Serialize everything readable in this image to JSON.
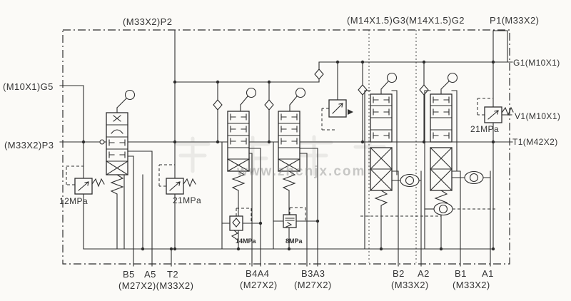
{
  "colors": {
    "line": "#2e2e2e",
    "background": "#fbfaf7",
    "text": "#343434",
    "watermark": "#8a8a8a"
  },
  "labels": {
    "p2": "(M33X2)P2",
    "g3_g2": "(M14X1.5)G3(M14X1.5)G2",
    "p1": "P1(M33X2)",
    "g1": "G1(M10X1)",
    "v1": "V1(M10X1)",
    "t1": "T1(M42X2)",
    "g5": "(M10X1)G5",
    "p3": "(M33X2)P3",
    "relief_12mpa": "12MPa",
    "relief_21mpa_left": "21MPa",
    "relief_14mpa": "14MPa",
    "relief_8mpa": "8MPa",
    "relief_21mpa_right": "21MPa",
    "b5": "B5",
    "a5": "A5",
    "t2": "T2",
    "thread_b5a5t2": "(M27X2)(M33X2)",
    "b4a4": "B4A4",
    "thread_b4a4": "(M27X2)",
    "b3a3": "B3A3",
    "thread_b3a3": "(M27X2)",
    "b2": "B2",
    "a2": "A2",
    "thread_b2a2": "(M33X2)",
    "b1": "B1",
    "a1": "A1",
    "thread_b1a1": "(M33X2)",
    "watermark_url": "www.zhcnjx.com"
  }
}
